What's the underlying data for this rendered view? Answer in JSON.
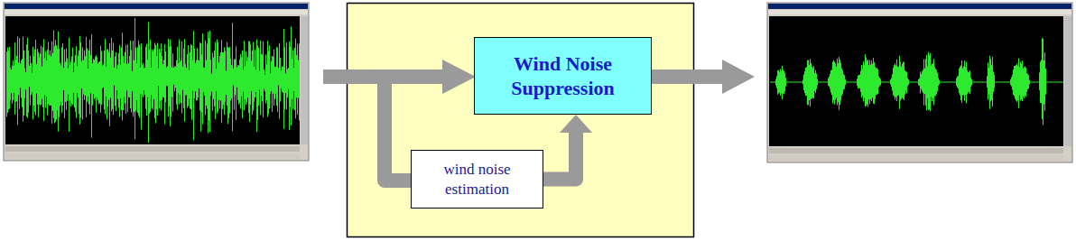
{
  "diagram": {
    "nodes": [
      {
        "text": [
          "Wind Noise Suppression"
        ]
      },
      {
        "text": [
          "wind noise estimation"
        ]
      }
    ],
    "edges": [
      {
        "from": 1,
        "to": 0,
        "arrow": "to"
      }
    ]
  }
}
